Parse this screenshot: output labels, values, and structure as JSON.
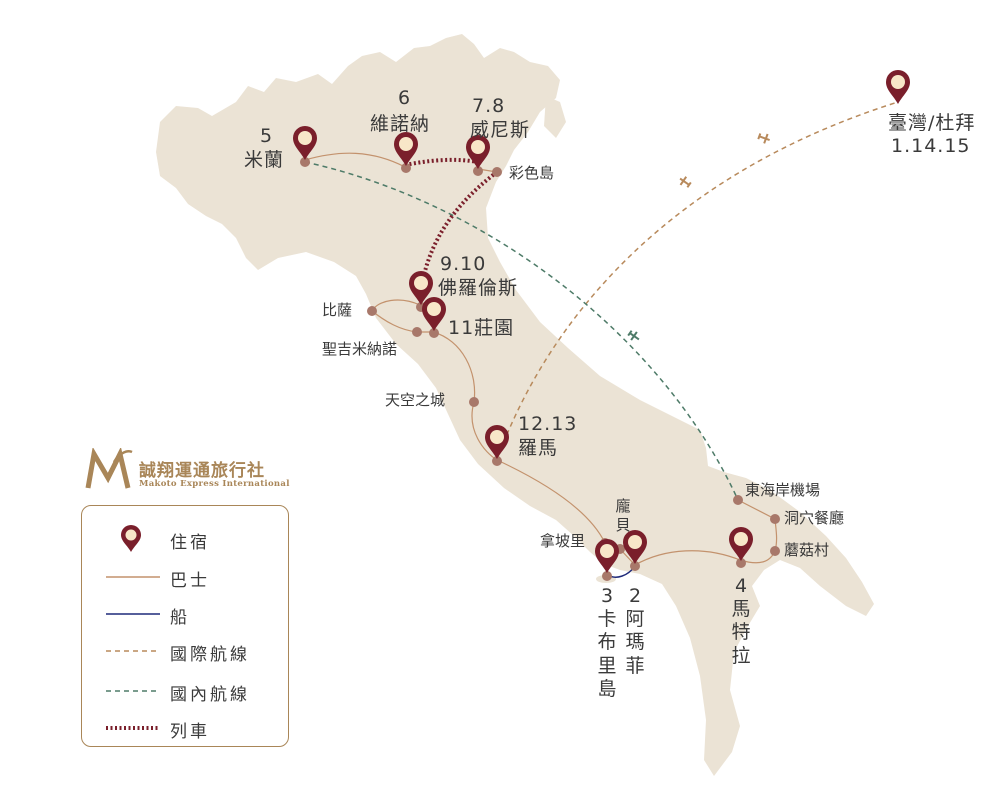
{
  "colors": {
    "land": "#ebe3d5",
    "bus": "#c3926d",
    "boat": "#1f2a7a",
    "intl_flight": "#b88a5c",
    "domestic_flight": "#4e7b68",
    "train": "#7a1f2b",
    "pin": "#7a1f2b",
    "pin_center": "#f8e7c8",
    "stop_dot": "#a8786a",
    "brand": "#a98658"
  },
  "stays": {
    "milan": {
      "num": "5",
      "name": "米蘭"
    },
    "verona": {
      "num": "6",
      "name": "維諾納"
    },
    "venice": {
      "num": "7.8",
      "name": "威尼斯"
    },
    "florence": {
      "num": "9.10",
      "name": "佛羅倫斯"
    },
    "estate": {
      "label": "11莊園"
    },
    "rome": {
      "num": "12.13",
      "name": "羅馬"
    },
    "amalfi": {
      "num": "2",
      "name_chars": [
        "阿",
        "瑪",
        "菲"
      ]
    },
    "capri": {
      "num": "3",
      "name_chars": [
        "卡",
        "布",
        "里",
        "島"
      ]
    },
    "matera": {
      "num": "4",
      "name_chars": [
        "馬",
        "特",
        "拉"
      ]
    },
    "taiwan": {
      "name": "臺灣/杜拜",
      "dates": "1.14.15"
    }
  },
  "stops": {
    "burano": "彩色島",
    "pisa": "比薩",
    "san_gimignano": "聖吉米納諾",
    "civita": "天空之城",
    "naples": "拿坡里",
    "pompeii_chars": [
      "龐",
      "貝"
    ],
    "airport": "東海岸機場",
    "cave_restaurant": "洞穴餐廳",
    "alberobello": "蘑菇村"
  },
  "brand": {
    "name": "誠翔運通旅行社",
    "subtitle": "Makoto Express International"
  },
  "legend": {
    "stay": "住宿",
    "bus": "巴士",
    "boat": "船",
    "intl_flight": "國際航線",
    "domestic_flight": "國內航線",
    "train": "列車"
  }
}
